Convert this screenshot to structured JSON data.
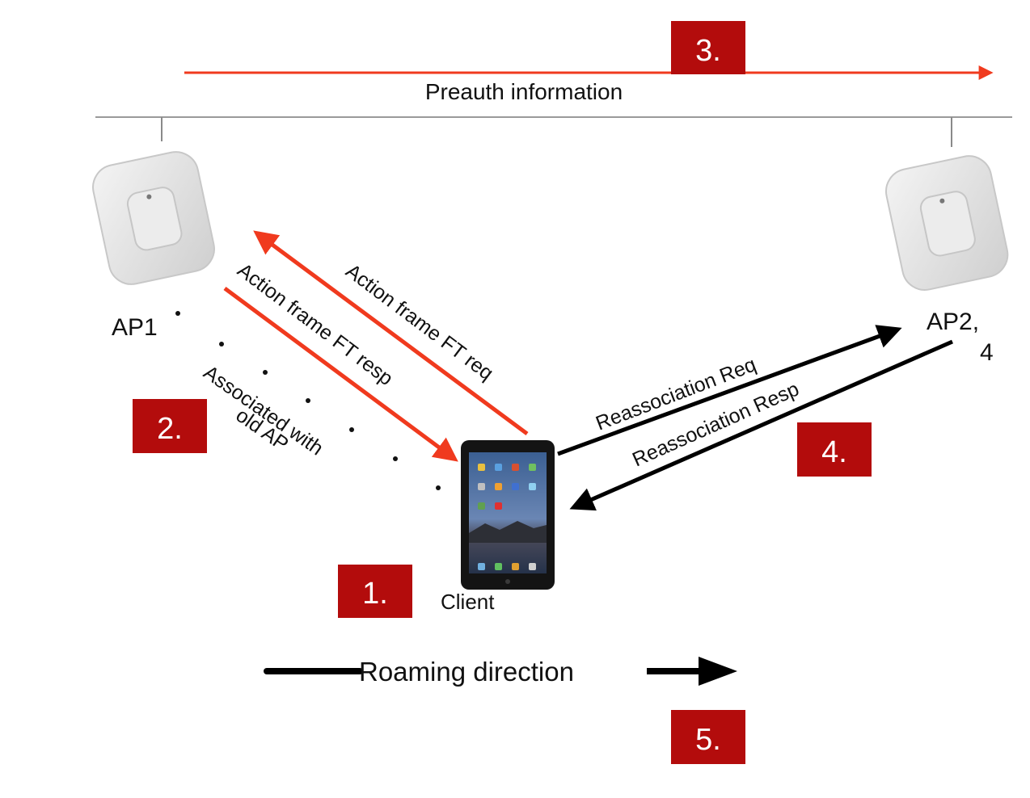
{
  "diagram": {
    "preauth_label": "Preauth information",
    "ap1_label": "AP1",
    "ap2_label_line1": "AP2,",
    "ap2_label_line2": "4",
    "client_label": "Client",
    "ft_req_label": "Action frame FT req",
    "ft_resp_label": "Action frame FT resp",
    "associated_line1": "Associated with",
    "associated_line2": "old AP",
    "reassoc_req_label": "Reassociation Req",
    "reassoc_resp_label": "Reassociation Resp",
    "roaming_label": "Roaming direction",
    "steps": [
      "1.",
      "2.",
      "3.",
      "4.",
      "5."
    ]
  },
  "colors": {
    "accent_red": "#f03a1e",
    "step_box": "#b30c0c",
    "arrow_black": "#000000",
    "ap_body": "#e6e6e6"
  },
  "icons": {
    "access_point": "access-point-icon",
    "tablet": "tablet-icon"
  }
}
